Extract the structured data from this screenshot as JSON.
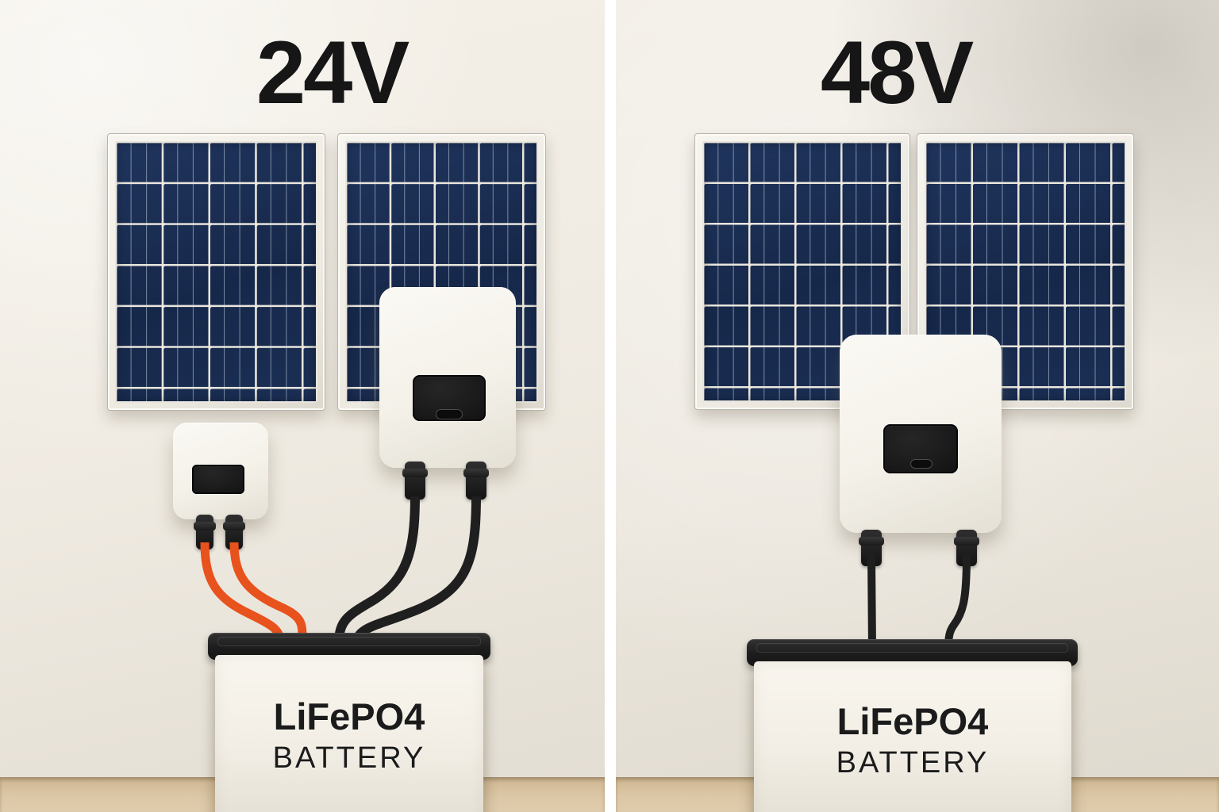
{
  "left": {
    "title": "24V",
    "battery": {
      "chemistry": "LiFePO4",
      "label": "BATTERY"
    },
    "wire_colors": {
      "pv_pair": "#e8521d",
      "battery_pair": "#1f1f1f"
    }
  },
  "right": {
    "title": "48V",
    "battery": {
      "chemistry": "LiFePO4",
      "label": "BATTERY"
    },
    "wire_colors": {
      "battery_pair": "#1f1f1f"
    }
  },
  "colors": {
    "wall": "#f0ebe2",
    "floor": "#d8c19e",
    "panel_cell_blue": "#17294b",
    "panel_frame": "#efece5",
    "device_body": "#f6f3ec",
    "display_black": "#141414",
    "battery_body": "#f4f0e8",
    "battery_lid": "#202020",
    "divider": "#ffffff",
    "title_text": "#161616"
  }
}
